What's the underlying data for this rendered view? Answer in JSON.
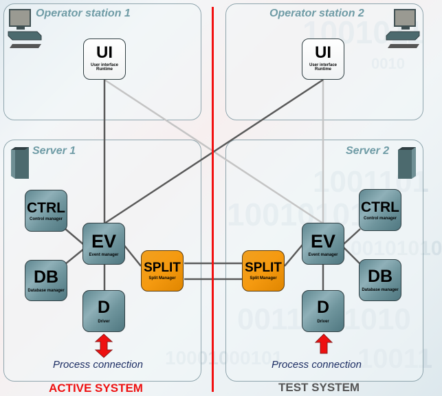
{
  "background_digits": [
    "1001011",
    "0010",
    "1001101",
    "10010101",
    "1001011",
    "00101010",
    "0011",
    "1010",
    "10001000101",
    "10011"
  ],
  "colors": {
    "divider": "#f21010",
    "active_label": "#ee1010",
    "test_label": "#555555",
    "panel_title": "#6e9ba5",
    "process_text": "#1c2d63",
    "split_node": "#f59a10",
    "node": "#6f959d",
    "arrow": "#ee1010"
  },
  "panels": {
    "op1": {
      "title": "Operator station 1",
      "icon": "computer-icon"
    },
    "op2": {
      "title": "Operator station 2",
      "icon": "computer-icon"
    },
    "srv1": {
      "title": "Server 1",
      "icon": "server-icon"
    },
    "srv2": {
      "title": "Server 2",
      "icon": "server-icon"
    }
  },
  "nodes": {
    "ui": {
      "abbr": "UI",
      "line1": "User interface",
      "line2": "Runtime"
    },
    "ctrl": {
      "abbr": "CTRL",
      "line1": "Control manager"
    },
    "ev": {
      "abbr": "EV",
      "line1": "Event manager"
    },
    "db": {
      "abbr": "DB",
      "line1": "Database manager"
    },
    "d": {
      "abbr": "D",
      "line1": "Driver"
    },
    "split": {
      "abbr": "SPLIT",
      "line1": "Split Manager"
    }
  },
  "process_connection": "Process connection",
  "systems": {
    "active": "ACTIVE SYSTEM",
    "test": "TEST SYSTEM"
  },
  "arrows": {
    "active": "bidirectional",
    "test": "up"
  }
}
